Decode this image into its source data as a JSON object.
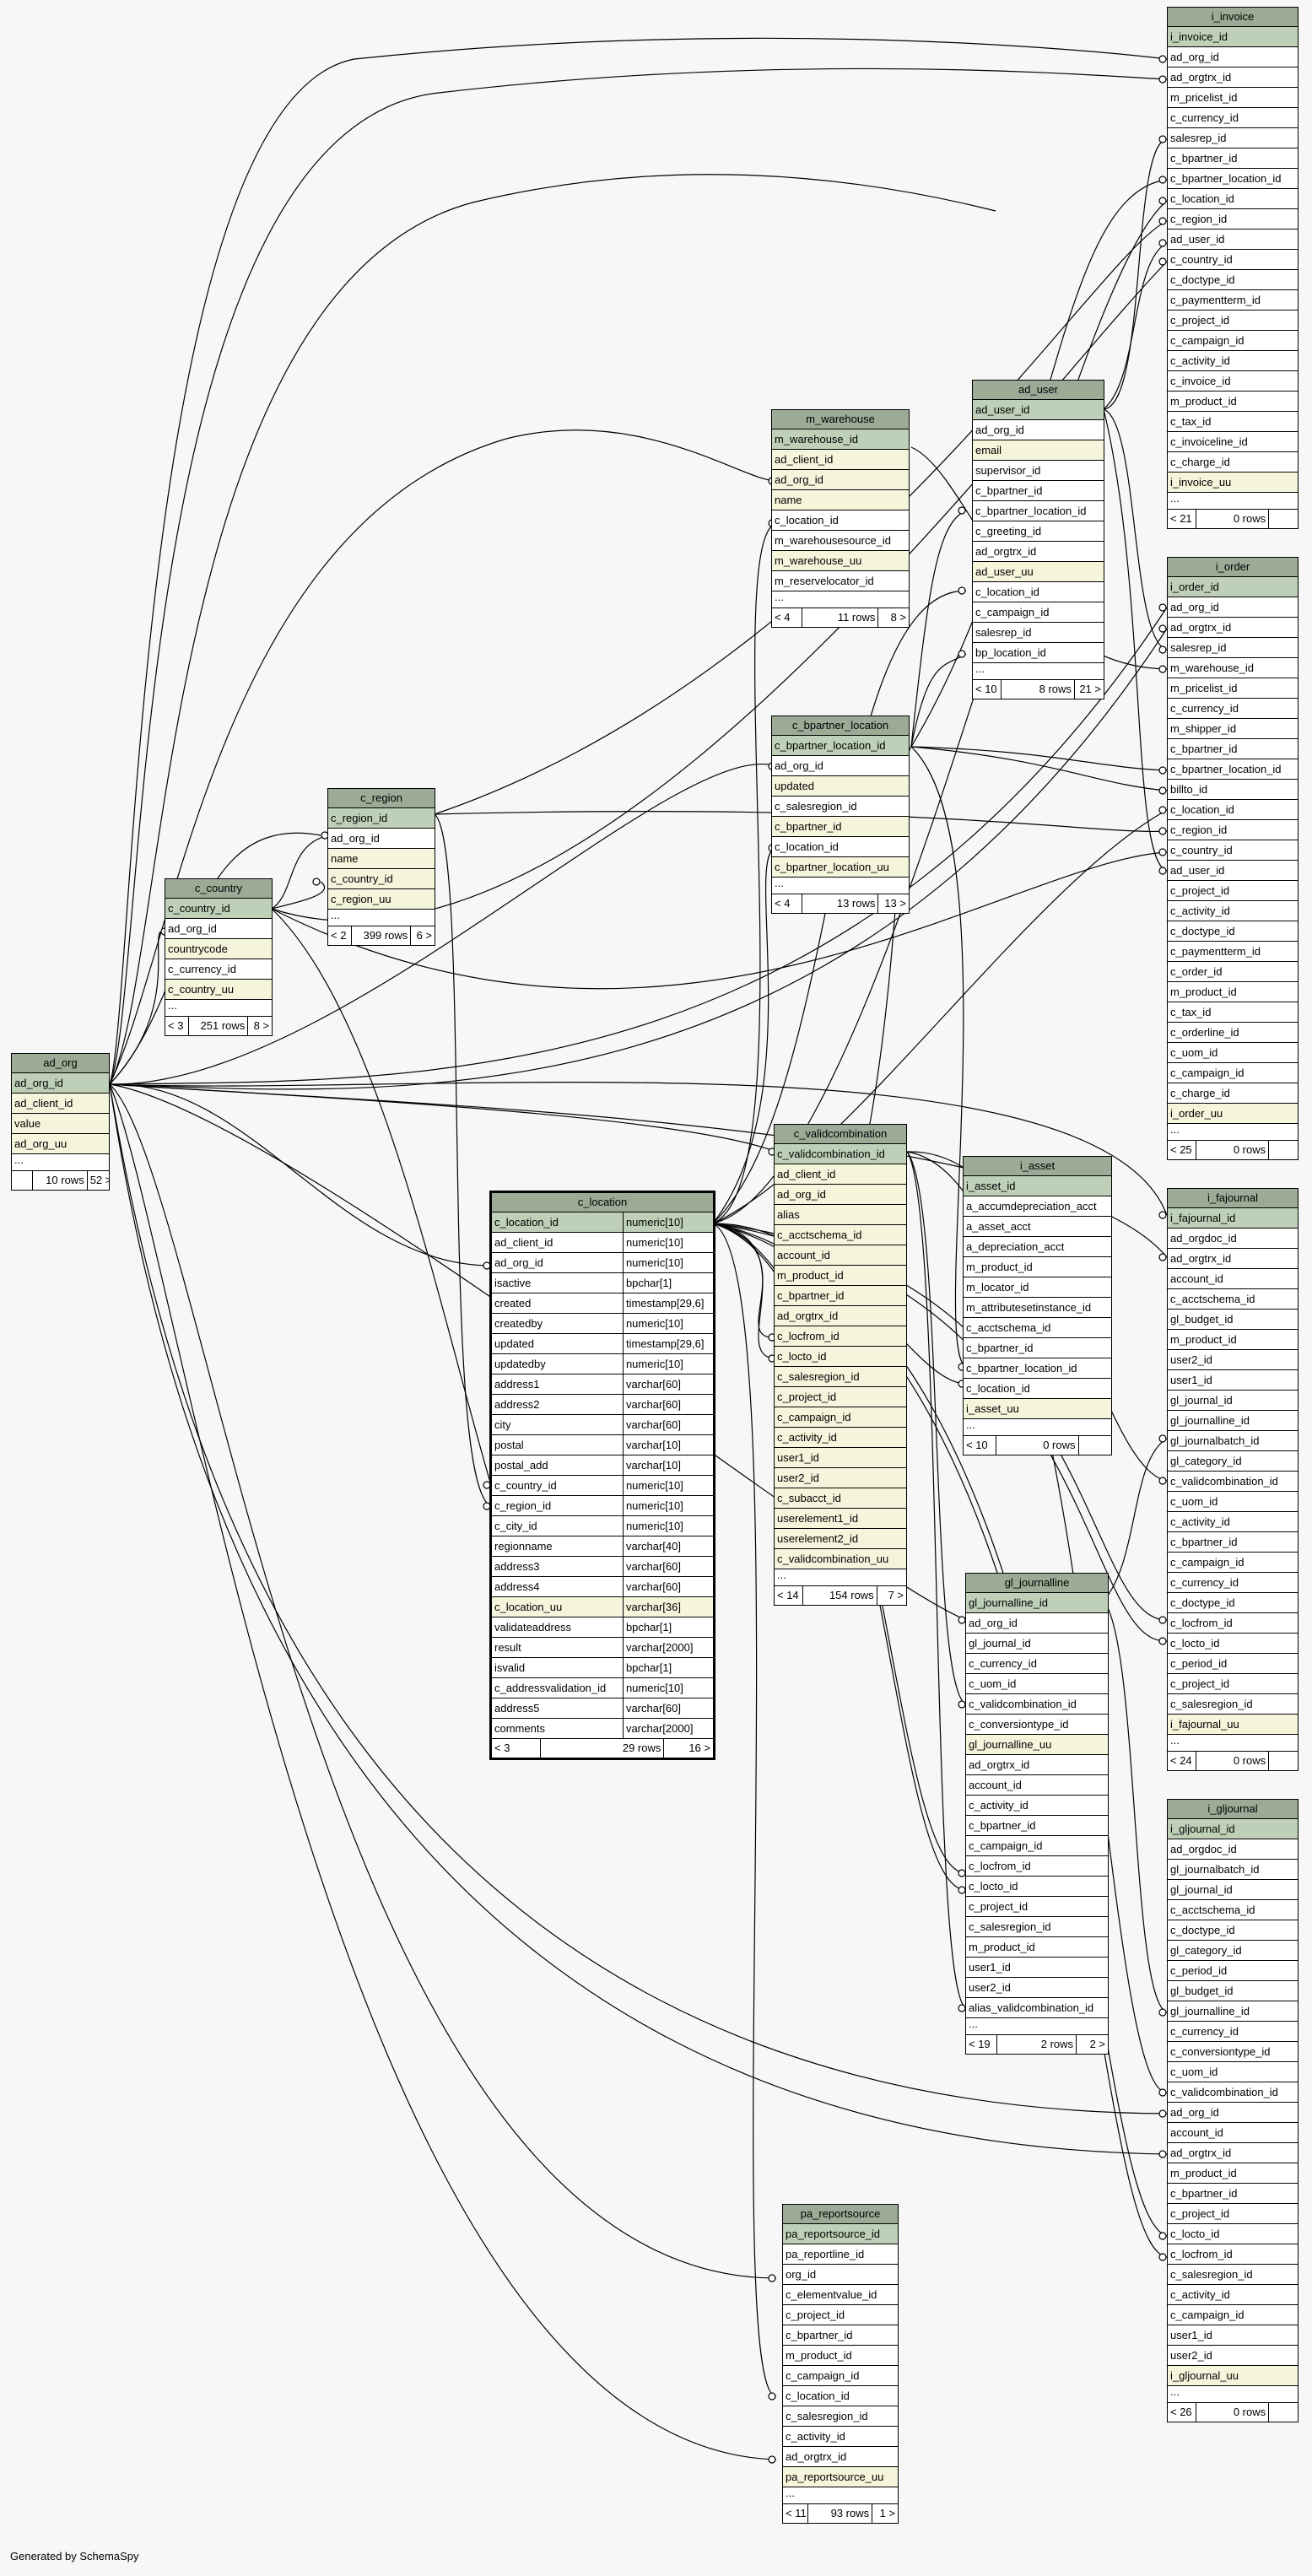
{
  "footer": "Generated by SchemaSpy",
  "tables": {
    "i_invoice": {
      "name": "i_invoice",
      "columns": [
        "i_invoice_id",
        "ad_org_id",
        "ad_orgtrx_id",
        "m_pricelist_id",
        "c_currency_id",
        "salesrep_id",
        "c_bpartner_id",
        "c_bpartner_location_id",
        "c_location_id",
        "c_region_id",
        "ad_user_id",
        "c_country_id",
        "c_doctype_id",
        "c_paymentterm_id",
        "c_project_id",
        "c_campaign_id",
        "c_activity_id",
        "c_invoice_id",
        "m_product_id",
        "c_tax_id",
        "c_invoiceline_id",
        "c_charge_id",
        "i_invoice_uu",
        "..."
      ],
      "kinds": [
        "pk",
        "",
        "",
        "",
        "",
        "",
        "",
        "",
        "",
        "",
        "",
        "",
        "",
        "",
        "",
        "",
        "",
        "",
        "",
        "",
        "",
        "",
        "idx",
        "ell"
      ],
      "footer": [
        "< 21",
        "0 rows",
        ""
      ]
    },
    "i_order": {
      "name": "i_order",
      "columns": [
        "i_order_id",
        "ad_org_id",
        "ad_orgtrx_id",
        "salesrep_id",
        "m_warehouse_id",
        "m_pricelist_id",
        "c_currency_id",
        "m_shipper_id",
        "c_bpartner_id",
        "c_bpartner_location_id",
        "billto_id",
        "c_location_id",
        "c_region_id",
        "c_country_id",
        "ad_user_id",
        "c_project_id",
        "c_activity_id",
        "c_doctype_id",
        "c_paymentterm_id",
        "c_order_id",
        "m_product_id",
        "c_tax_id",
        "c_orderline_id",
        "c_uom_id",
        "c_campaign_id",
        "c_charge_id",
        "i_order_uu",
        "..."
      ],
      "kinds": [
        "pk",
        "",
        "",
        "",
        "",
        "",
        "",
        "",
        "",
        "",
        "",
        "",
        "",
        "",
        "",
        "",
        "",
        "",
        "",
        "",
        "",
        "",
        "",
        "",
        "",
        "",
        "idx",
        "ell"
      ],
      "footer": [
        "< 25",
        "0 rows",
        ""
      ]
    },
    "i_fajournal": {
      "name": "i_fajournal",
      "columns": [
        "i_fajournal_id",
        "ad_orgdoc_id",
        "ad_orgtrx_id",
        "account_id",
        "c_acctschema_id",
        "gl_budget_id",
        "m_product_id",
        "user2_id",
        "user1_id",
        "gl_journal_id",
        "gl_journalline_id",
        "gl_journalbatch_id",
        "gl_category_id",
        "c_validcombination_id",
        "c_uom_id",
        "c_activity_id",
        "c_bpartner_id",
        "c_campaign_id",
        "c_currency_id",
        "c_doctype_id",
        "c_locfrom_id",
        "c_locto_id",
        "c_period_id",
        "c_project_id",
        "c_salesregion_id",
        "i_fajournal_uu",
        "..."
      ],
      "kinds": [
        "pk",
        "",
        "",
        "",
        "",
        "",
        "",
        "",
        "",
        "",
        "",
        "",
        "",
        "",
        "",
        "",
        "",
        "",
        "",
        "",
        "",
        "",
        "",
        "",
        "",
        "idx",
        "ell"
      ],
      "footer": [
        "< 24",
        "0 rows",
        ""
      ]
    },
    "i_gljournal": {
      "name": "i_gljournal",
      "columns": [
        "i_gljournal_id",
        "ad_orgdoc_id",
        "gl_journalbatch_id",
        "gl_journal_id",
        "c_acctschema_id",
        "c_doctype_id",
        "gl_category_id",
        "c_period_id",
        "gl_budget_id",
        "gl_journalline_id",
        "c_currency_id",
        "c_conversiontype_id",
        "c_uom_id",
        "c_validcombination_id",
        "ad_org_id",
        "account_id",
        "ad_orgtrx_id",
        "m_product_id",
        "c_bpartner_id",
        "c_project_id",
        "c_locto_id",
        "c_locfrom_id",
        "c_salesregion_id",
        "c_activity_id",
        "c_campaign_id",
        "user1_id",
        "user2_id",
        "i_gljournal_uu",
        "..."
      ],
      "kinds": [
        "pk",
        "",
        "",
        "",
        "",
        "",
        "",
        "",
        "",
        "",
        "",
        "",
        "",
        "",
        "",
        "",
        "",
        "",
        "",
        "",
        "",
        "",
        "",
        "",
        "",
        "",
        "",
        "idx",
        "ell"
      ],
      "footer": [
        "< 26",
        "0 rows",
        ""
      ]
    },
    "ad_user": {
      "name": "ad_user",
      "columns": [
        "ad_user_id",
        "ad_org_id",
        "email",
        "supervisor_id",
        "c_bpartner_id",
        "c_bpartner_location_id",
        "c_greeting_id",
        "ad_orgtrx_id",
        "ad_user_uu",
        "c_location_id",
        "c_campaign_id",
        "salesrep_id",
        "bp_location_id",
        "..."
      ],
      "kinds": [
        "pk",
        "",
        "idx",
        "",
        "",
        "",
        "",
        "",
        "idx",
        "",
        "",
        "",
        "",
        "ell"
      ],
      "footer": [
        "< 10",
        "8 rows",
        "21 >"
      ]
    },
    "m_warehouse": {
      "name": "m_warehouse",
      "columns": [
        "m_warehouse_id",
        "ad_client_id",
        "ad_org_id",
        "name",
        "c_location_id",
        "m_warehousesource_id",
        "m_warehouse_uu",
        "m_reservelocator_id",
        "..."
      ],
      "kinds": [
        "pk",
        "idx",
        "idx",
        "idx",
        "",
        "",
        "idx",
        "",
        "ell"
      ],
      "footer": [
        "< 4",
        "11 rows",
        "8 >"
      ]
    },
    "c_bpartner_location": {
      "name": "c_bpartner_location",
      "columns": [
        "c_bpartner_location_id",
        "ad_org_id",
        "updated",
        "c_salesregion_id",
        "c_bpartner_id",
        "c_location_id",
        "c_bpartner_location_uu",
        "..."
      ],
      "kinds": [
        "pk",
        "",
        "idx",
        "",
        "idx",
        "",
        "idx",
        "ell"
      ],
      "footer": [
        "< 4",
        "13 rows",
        "13 >"
      ]
    },
    "c_region": {
      "name": "c_region",
      "columns": [
        "c_region_id",
        "ad_org_id",
        "name",
        "c_country_id",
        "c_region_uu",
        "..."
      ],
      "kinds": [
        "pk",
        "",
        "idx",
        "idx",
        "idx",
        "ell"
      ],
      "footer": [
        "< 2",
        "399 rows",
        "6 >"
      ]
    },
    "c_country": {
      "name": "c_country",
      "columns": [
        "c_country_id",
        "ad_org_id",
        "countrycode",
        "c_currency_id",
        "c_country_uu",
        "..."
      ],
      "kinds": [
        "pk",
        "",
        "idx",
        "",
        "idx",
        "ell"
      ],
      "footer": [
        "< 3",
        "251 rows",
        "8 >"
      ]
    },
    "ad_org": {
      "name": "ad_org",
      "columns": [
        "ad_org_id",
        "ad_client_id",
        "value",
        "ad_org_uu",
        "..."
      ],
      "kinds": [
        "pk",
        "idx",
        "idx",
        "idx",
        "ell"
      ],
      "footer": [
        "",
        "10 rows",
        "52 >"
      ]
    },
    "c_validcombination": {
      "name": "c_validcombination",
      "columns": [
        "c_validcombination_id",
        "ad_client_id",
        "ad_org_id",
        "alias",
        "c_acctschema_id",
        "account_id",
        "m_product_id",
        "c_bpartner_id",
        "ad_orgtrx_id",
        "c_locfrom_id",
        "c_locto_id",
        "c_salesregion_id",
        "c_project_id",
        "c_campaign_id",
        "c_activity_id",
        "user1_id",
        "user2_id",
        "c_subacct_id",
        "userelement1_id",
        "userelement2_id",
        "c_validcombination_uu",
        "..."
      ],
      "kinds": [
        "pk",
        "idx",
        "idx",
        "idx",
        "idx",
        "idx",
        "idx",
        "idx",
        "idx",
        "idx",
        "idx",
        "idx",
        "idx",
        "idx",
        "idx",
        "idx",
        "idx",
        "idx",
        "idx",
        "idx",
        "idx",
        "ell"
      ],
      "footer": [
        "< 14",
        "154 rows",
        "7 >"
      ]
    },
    "i_asset": {
      "name": "i_asset",
      "columns": [
        "i_asset_id",
        "a_accumdepreciation_acct",
        "a_asset_acct",
        "a_depreciation_acct",
        "m_product_id",
        "m_locator_id",
        "m_attributesetinstance_id",
        "c_acctschema_id",
        "c_bpartner_id",
        "c_bpartner_location_id",
        "c_location_id",
        "i_asset_uu",
        "..."
      ],
      "kinds": [
        "pk",
        "",
        "",
        "",
        "",
        "",
        "",
        "",
        "",
        "",
        "",
        "idx",
        "ell"
      ],
      "footer": [
        "< 10",
        "0 rows",
        ""
      ]
    },
    "gl_journalline": {
      "name": "gl_journalline",
      "columns": [
        "gl_journalline_id",
        "ad_org_id",
        "gl_journal_id",
        "c_currency_id",
        "c_uom_id",
        "c_validcombination_id",
        "c_conversiontype_id",
        "gl_journalline_uu",
        "ad_orgtrx_id",
        "account_id",
        "c_activity_id",
        "c_bpartner_id",
        "c_campaign_id",
        "c_locfrom_id",
        "c_locto_id",
        "c_project_id",
        "c_salesregion_id",
        "m_product_id",
        "user1_id",
        "user2_id",
        "alias_validcombination_id",
        "..."
      ],
      "kinds": [
        "pk",
        "",
        "",
        "",
        "",
        "",
        "",
        "idx",
        "",
        "",
        "",
        "",
        "",
        "",
        "",
        "",
        "",
        "",
        "",
        "",
        "",
        "ell"
      ],
      "footer": [
        "< 19",
        "2 rows",
        "2 >"
      ]
    },
    "pa_reportsource": {
      "name": "pa_reportsource",
      "columns": [
        "pa_reportsource_id",
        "pa_reportline_id",
        "org_id",
        "c_elementvalue_id",
        "c_project_id",
        "c_bpartner_id",
        "m_product_id",
        "c_campaign_id",
        "c_location_id",
        "c_salesregion_id",
        "c_activity_id",
        "ad_orgtrx_id",
        "pa_reportsource_uu",
        "..."
      ],
      "kinds": [
        "pk",
        "",
        "",
        "",
        "",
        "",
        "",
        "",
        "",
        "",
        "",
        "",
        "idx",
        "ell"
      ],
      "footer": [
        "< 11",
        "93 rows",
        "1 >"
      ]
    },
    "c_location": {
      "name": "c_location",
      "columns": [
        [
          "c_location_id",
          "numeric[10]"
        ],
        [
          "ad_client_id",
          "numeric[10]"
        ],
        [
          "ad_org_id",
          "numeric[10]"
        ],
        [
          "isactive",
          "bpchar[1]"
        ],
        [
          "created",
          "timestamp[29,6]"
        ],
        [
          "createdby",
          "numeric[10]"
        ],
        [
          "updated",
          "timestamp[29,6]"
        ],
        [
          "updatedby",
          "numeric[10]"
        ],
        [
          "address1",
          "varchar[60]"
        ],
        [
          "address2",
          "varchar[60]"
        ],
        [
          "city",
          "varchar[60]"
        ],
        [
          "postal",
          "varchar[10]"
        ],
        [
          "postal_add",
          "varchar[10]"
        ],
        [
          "c_country_id",
          "numeric[10]"
        ],
        [
          "c_region_id",
          "numeric[10]"
        ],
        [
          "c_city_id",
          "numeric[10]"
        ],
        [
          "regionname",
          "varchar[40]"
        ],
        [
          "address3",
          "varchar[60]"
        ],
        [
          "address4",
          "varchar[60]"
        ],
        [
          "c_location_uu",
          "varchar[36]"
        ],
        [
          "validateaddress",
          "bpchar[1]"
        ],
        [
          "result",
          "varchar[2000]"
        ],
        [
          "isvalid",
          "bpchar[1]"
        ],
        [
          "c_addressvalidation_id",
          "numeric[10]"
        ],
        [
          "address5",
          "varchar[60]"
        ],
        [
          "comments",
          "varchar[2000]"
        ]
      ],
      "kinds": [
        "pk",
        "",
        "",
        "",
        "",
        "",
        "",
        "",
        "",
        "",
        "",
        "",
        "",
        "",
        "",
        "",
        "",
        "",
        "",
        "idx",
        "",
        "",
        "",
        "",
        "",
        ""
      ],
      "footer": [
        "< 3",
        "29 rows",
        "16 >"
      ]
    }
  }
}
